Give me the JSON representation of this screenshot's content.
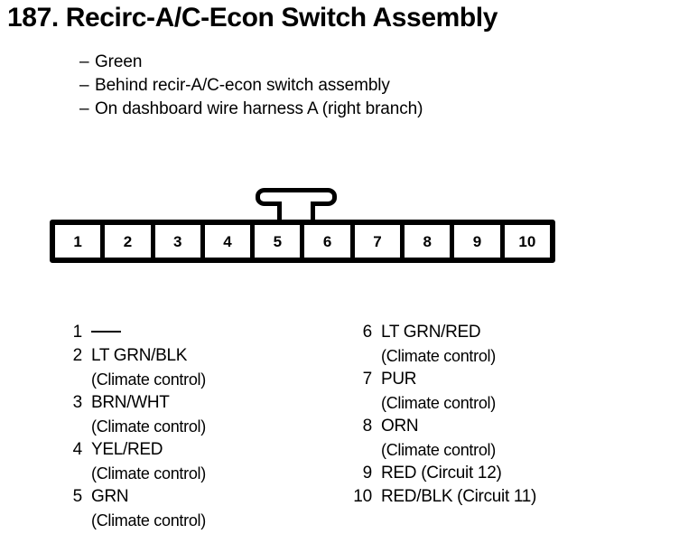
{
  "document": {
    "number": "187.",
    "title": "187. Recirc-A/C-Econ Switch Assembly",
    "title_text": "Recirc-A/C-Econ Switch Assembly"
  },
  "notes": {
    "dash": "–",
    "items": [
      "Green",
      "Behind recir-A/C-econ switch assembly",
      "On dashboard wire harness A (right branch)"
    ]
  },
  "connector": {
    "name": "10-pin-connector",
    "latch": "locking-tab",
    "pin_count": 10,
    "pin_labels": [
      "1",
      "2",
      "3",
      "4",
      "5",
      "6",
      "7",
      "8",
      "9",
      "10"
    ]
  },
  "pin_list": {
    "left_column": [
      {
        "num": "1",
        "name": "—",
        "sub": "",
        "is_dash": true
      },
      {
        "num": "2",
        "name": "LT GRN/BLK",
        "sub": "(Climate control)",
        "is_dash": false
      },
      {
        "num": "3",
        "name": "BRN/WHT",
        "sub": "(Climate control)",
        "is_dash": false
      },
      {
        "num": "4",
        "name": "YEL/RED",
        "sub": "(Climate control)",
        "is_dash": false
      },
      {
        "num": "5",
        "name": "GRN",
        "sub": "(Climate control)",
        "is_dash": false
      }
    ],
    "right_column": [
      {
        "num": "6",
        "name": "LT GRN/RED",
        "sub": "(Climate control)",
        "is_dash": false
      },
      {
        "num": "7",
        "name": "PUR",
        "sub": "(Climate control)",
        "is_dash": false
      },
      {
        "num": "8",
        "name": "ORN",
        "sub": "(Climate control)",
        "is_dash": false
      },
      {
        "num": "9",
        "name": "RED (Circuit 12)",
        "sub": "",
        "is_dash": false
      },
      {
        "num": "10",
        "name": "RED/BLK (Circuit 11)",
        "sub": "",
        "is_dash": false
      }
    ]
  },
  "colors": {
    "ink": "#000000",
    "paper": "#ffffff"
  }
}
